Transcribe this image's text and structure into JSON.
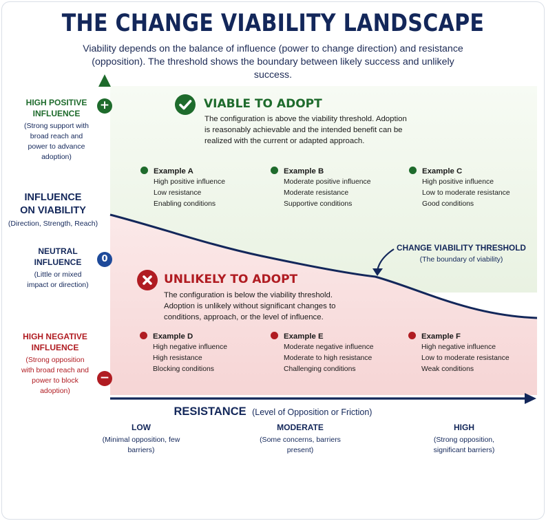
{
  "title": "THE CHANGE VIABILITY LANDSCAPE",
  "subtitle": "Viability depends on the balance of influence (power to change direction) and resistance (opposition). The threshold shows the boundary between likely success and unlikely success.",
  "y_axis": {
    "title_line1": "INFLUENCE",
    "title_line2": "ON VIABILITY",
    "title_sub": "(Direction, Strength, Reach)",
    "high_positive": {
      "title": "HIGH POSITIVE INFLUENCE",
      "desc": "(Strong support with broad reach and power to advance adoption)"
    },
    "neutral": {
      "title": "NEUTRAL INFLUENCE",
      "desc": "(Little or mixed impact or direction)"
    },
    "high_negative": {
      "title": "HIGH NEGATIVE INFLUENCE",
      "desc": "(Strong opposition with broad reach and power to block adoption)"
    },
    "marker_plus": "+",
    "marker_zero": "0",
    "marker_minus": "−"
  },
  "x_axis": {
    "title": "RESISTANCE",
    "title_sub": "(Level of Opposition or Friction)",
    "low": {
      "title": "LOW",
      "desc": "(Minimal opposition, few barriers)"
    },
    "moderate": {
      "title": "MODERATE",
      "desc": "(Some concerns, barriers present)"
    },
    "high": {
      "title": "HIGH",
      "desc": "(Strong opposition, significant barriers)"
    }
  },
  "viable": {
    "heading": "VIABLE TO ADOPT",
    "description": "The configuration is above the viability threshold. Adoption is reasonably achievable and the intended benefit can be realized with the current or adapted approach.",
    "examples": [
      {
        "name": "Example A",
        "items": [
          "High positive influence",
          "Low resistance",
          "Enabling conditions"
        ]
      },
      {
        "name": "Example B",
        "items": [
          "Moderate positive influence",
          "Moderate resistance",
          "Supportive conditions"
        ]
      },
      {
        "name": "Example C",
        "items": [
          "High positive influence",
          "Low to moderate resistance",
          "Good conditions"
        ]
      }
    ]
  },
  "unlikely": {
    "heading": "UNLIKELY TO ADOPT",
    "description": "The configuration is below the viability threshold. Adoption is unlikely without significant changes to conditions, approach, or the level of influence.",
    "examples": [
      {
        "name": "Example D",
        "items": [
          "High negative influence",
          "High resistance",
          "Blocking conditions"
        ]
      },
      {
        "name": "Example E",
        "items": [
          "Moderate negative influence",
          "Moderate to high resistance",
          "Challenging conditions"
        ]
      },
      {
        "name": "Example F",
        "items": [
          "High negative influence",
          "Low to moderate resistance",
          "Weak conditions"
        ]
      }
    ]
  },
  "threshold": {
    "title": "CHANGE VIABILITY THRESHOLD",
    "desc": "(The boundary of viability)"
  },
  "colors": {
    "navy": "#13275a",
    "green": "#1e6b2c",
    "red": "#b01c22",
    "blue": "#3d69b8",
    "green_zone": "#e9f2e2",
    "red_zone": "#f8dede"
  }
}
